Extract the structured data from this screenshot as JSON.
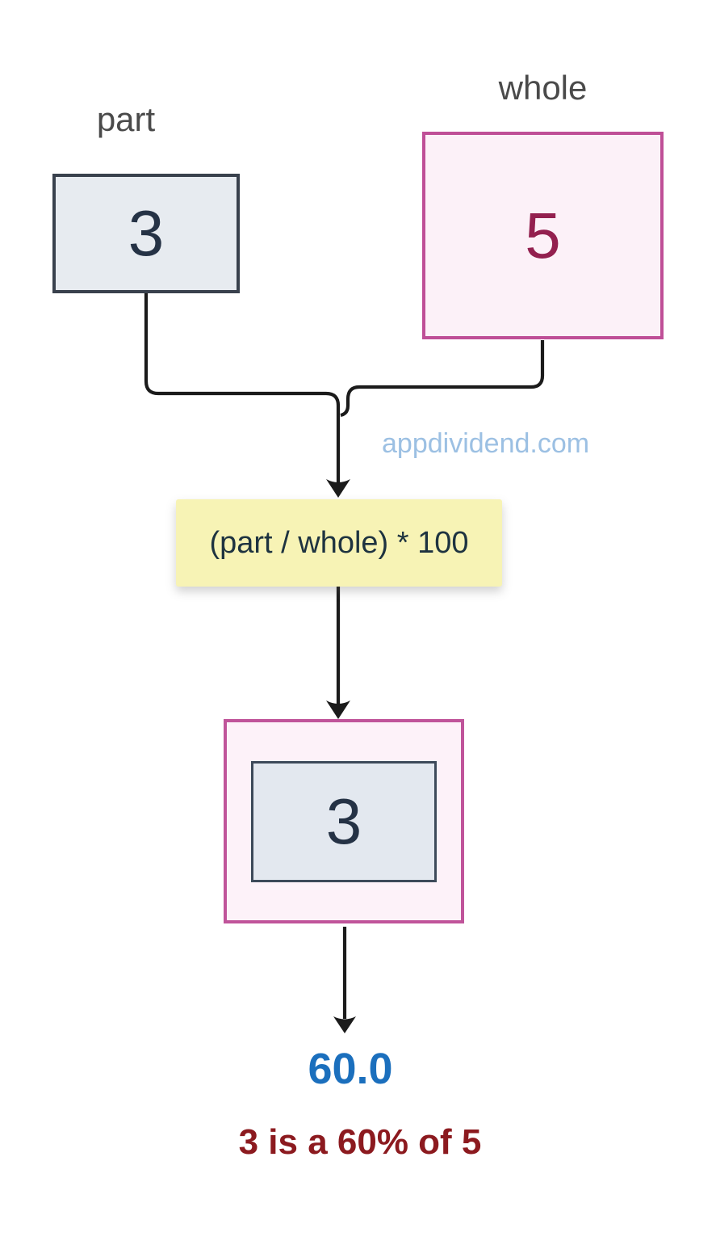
{
  "diagram": {
    "part": {
      "label": "part",
      "value": "3"
    },
    "whole": {
      "label": "whole",
      "value": "5"
    },
    "formula": {
      "text": "(part / whole) * 100"
    },
    "result": {
      "value": "3"
    },
    "output": {
      "value": "60.0"
    },
    "caption": {
      "text": "3 is a 60% of 5"
    },
    "watermark": {
      "text": "appdividend.com"
    },
    "colors": {
      "part_fill": "#e7ebf0",
      "part_border": "#39414d",
      "part_value": "#253245",
      "whole_fill": "#fcf1f8",
      "whole_border": "#bf4f97",
      "whole_value": "#93204f",
      "formula_fill": "#f7f3b5",
      "formula_text": "#1e3340",
      "result_outer_fill": "#fdf2f9",
      "result_outer_border": "#c0549a",
      "result_inner_fill": "#e3e8ef",
      "result_inner_border": "#3d4a5a",
      "output_value": "#1b6fbd",
      "caption_text": "#8c1a1f",
      "watermark_text": "#9cc0e3",
      "connector": "#1b1b1b",
      "label_text": "#4a4a4a"
    }
  }
}
